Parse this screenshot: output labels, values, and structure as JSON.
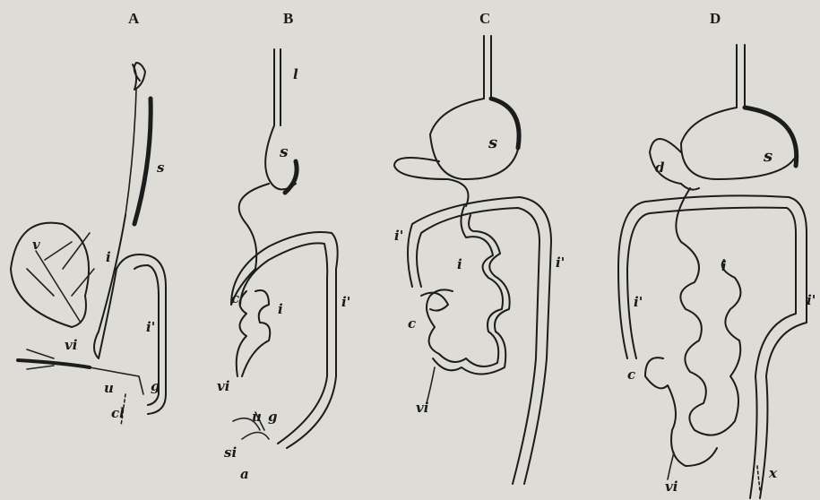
{
  "panels": [
    {
      "id": "A",
      "title": "A",
      "labels": [
        "s",
        "v",
        "i",
        "i'",
        "vi",
        "u",
        "g",
        "cl"
      ]
    },
    {
      "id": "B",
      "title": "B",
      "labels": [
        "l",
        "s",
        "c",
        "i",
        "i'",
        "vi",
        "u",
        "g",
        "si",
        "a"
      ]
    },
    {
      "id": "C",
      "title": "C",
      "labels": [
        "s",
        "i'",
        "i'",
        "i",
        "c",
        "vi"
      ]
    },
    {
      "id": "D",
      "title": "D",
      "labels": [
        "s",
        "d",
        "i",
        "i'",
        "i'",
        "c",
        "vi",
        "x"
      ]
    }
  ]
}
